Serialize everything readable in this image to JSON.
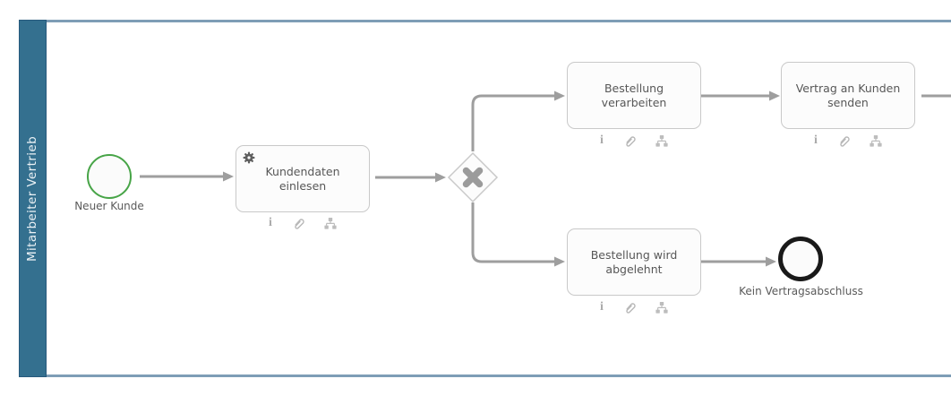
{
  "lane": {
    "label": "Mitarbeiter Vertrieb"
  },
  "nodes": {
    "start": {
      "label": "Neuer Kunde",
      "type": "start-event"
    },
    "tasks": [
      {
        "label": "Kundendaten einlesen",
        "marker": "gear-icon"
      },
      {
        "label": "Bestellung verarbeiten"
      },
      {
        "label": "Vertrag an Kunden senden"
      },
      {
        "label": "Bestellung wird abgelehnt"
      }
    ],
    "gateway": {
      "type": "exclusive-xor-gateway"
    },
    "end": {
      "label": "Kein Vertragsabschluss",
      "type": "end-event"
    }
  },
  "badges": {
    "icons": [
      "info-icon",
      "paperclip-icon",
      "hierarchy-icon"
    ],
    "info_glyph": "i"
  },
  "colors": {
    "lane_bar": "#34708f",
    "pool_border": "#7e9db6",
    "start_event_stroke": "#47a447",
    "end_event_stroke": "#191919",
    "connector": "#9e9e9e",
    "task_border": "#c9c9c9",
    "task_text": "#575757"
  }
}
